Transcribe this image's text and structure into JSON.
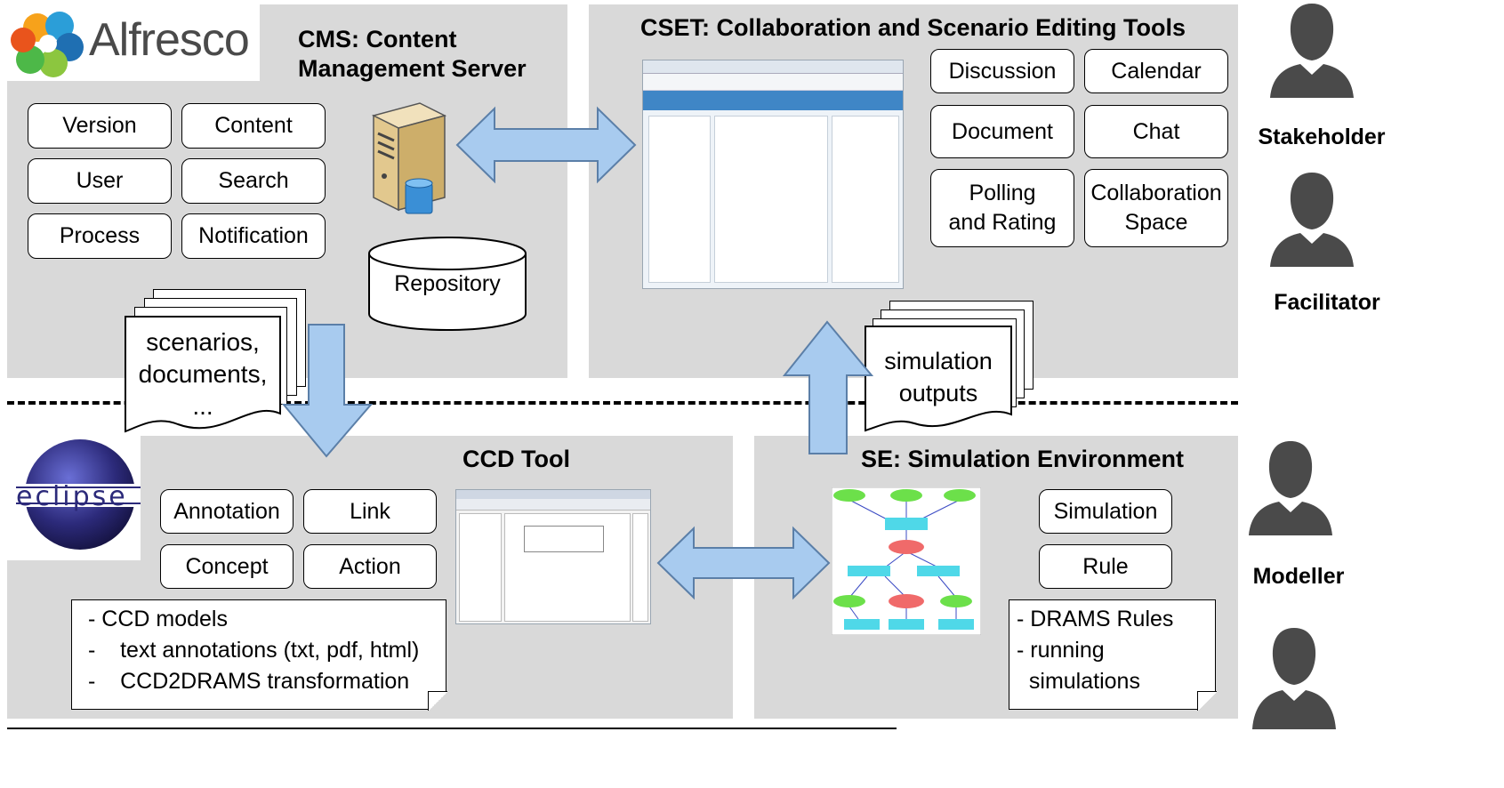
{
  "panels": {
    "cms": {
      "title_line1": "CMS: Content",
      "title_line2": "Management Server",
      "logo": "Alfresco",
      "modules": [
        "Version",
        "Content",
        "User",
        "Search",
        "Process",
        "Notification"
      ],
      "repository": "Repository"
    },
    "cset": {
      "title": "CSET: Collaboration and Scenario Editing Tools",
      "modules": [
        "Discussion",
        "Calendar",
        "Document",
        "Chat"
      ],
      "polling_l1": "Polling",
      "polling_l2": "and Rating",
      "collab_l1": "Collaboration",
      "collab_l2": "Space"
    },
    "ccd": {
      "title": "CCD Tool",
      "logo": "eclipse",
      "modules": [
        "Annotation",
        "Link",
        "Concept",
        "Action"
      ],
      "notes": [
        "- CCD models",
        "-    text annotations (txt, pdf, html)",
        "-    CCD2DRAMS transformation"
      ]
    },
    "se": {
      "title": "SE: Simulation Environment",
      "modules": [
        "Simulation",
        "Rule"
      ],
      "notes": [
        "- DRAMS Rules",
        "- running",
        "  simulations"
      ]
    }
  },
  "documents_left": {
    "line1": "scenarios,",
    "line2": "documents,",
    "line3": "..."
  },
  "documents_right": {
    "line1": "simulation",
    "line2": "outputs"
  },
  "roles": [
    "Stakeholder",
    "Facilitator",
    "Modeller"
  ],
  "colors": {
    "panel": "#d9d9d9",
    "arrow": "#a8cbef",
    "arrow_stroke": "#5b7fa8"
  }
}
